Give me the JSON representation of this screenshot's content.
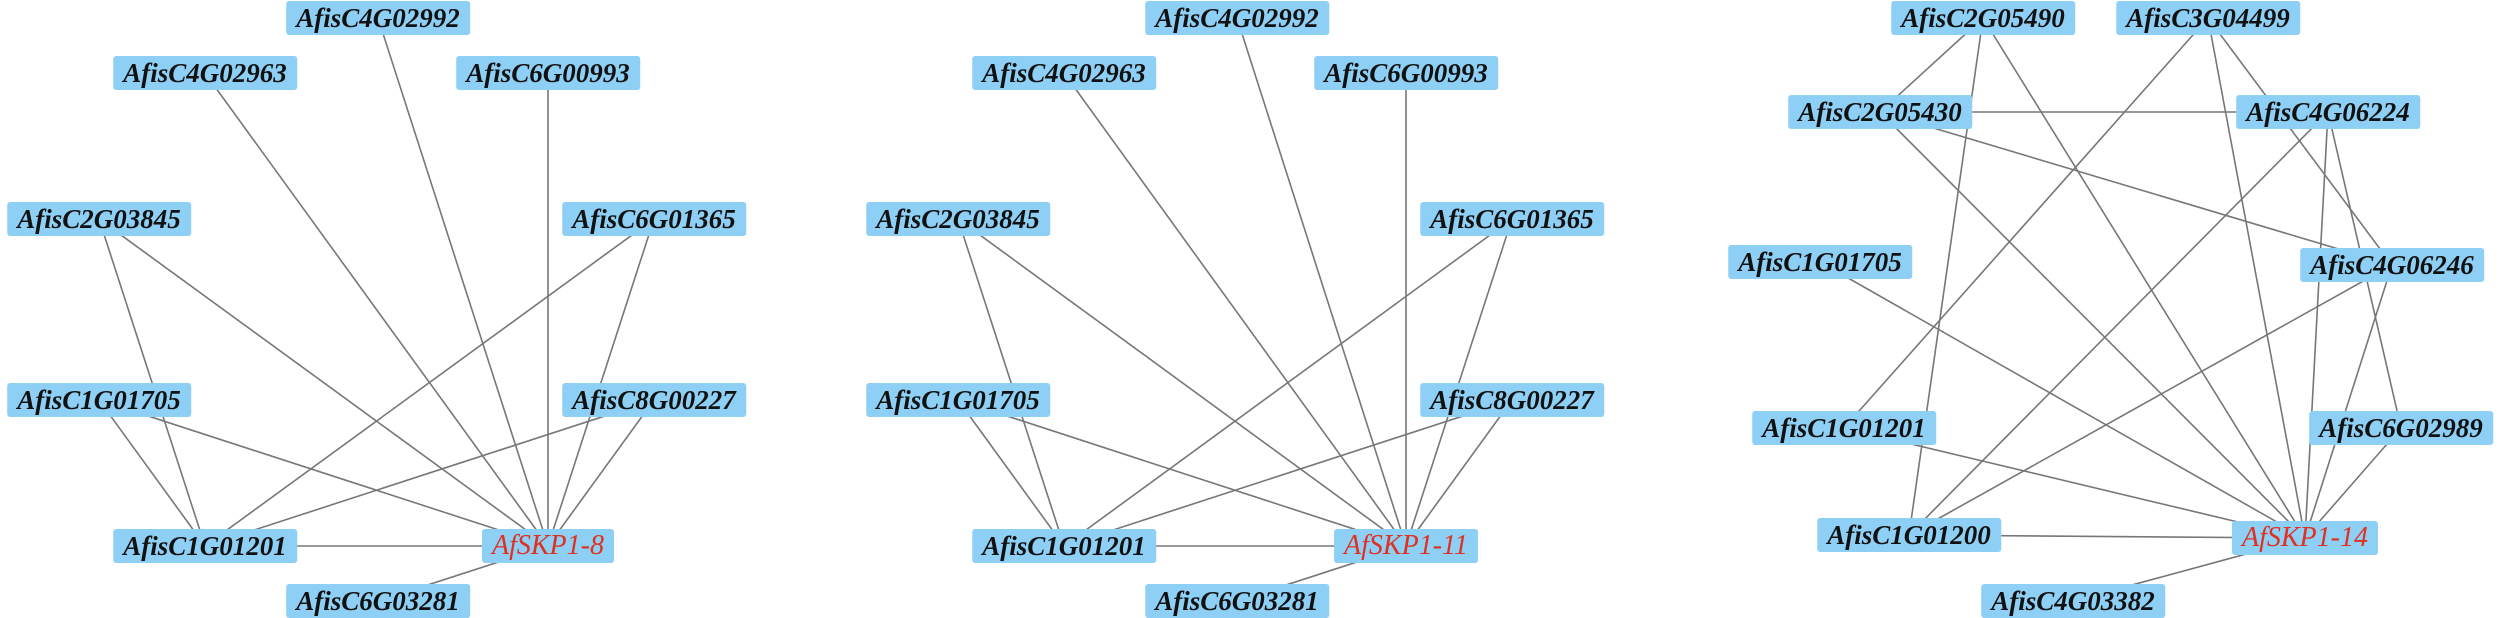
{
  "colors": {
    "node_fill": "#8ecff5",
    "edge": "#777777",
    "gene_text": "#111111",
    "hub_text": "#e0301e"
  },
  "networks": [
    {
      "nodes": [
        {
          "id": "C4G02992",
          "label": "AfisC4G02992"
        },
        {
          "id": "C4G02963",
          "label": "AfisC4G02963"
        },
        {
          "id": "C6G00993",
          "label": "AfisC6G00993"
        },
        {
          "id": "C2G03845",
          "label": "AfisC2G03845"
        },
        {
          "id": "C6G01365",
          "label": "AfisC6G01365"
        },
        {
          "id": "C1G01705",
          "label": "AfisC1G01705"
        },
        {
          "id": "C8G00227",
          "label": "AfisC8G00227"
        },
        {
          "id": "C1G01201",
          "label": "AfisC1G01201"
        },
        {
          "id": "HUB",
          "label": "AfSKP1-8",
          "hub": true
        },
        {
          "id": "C6G03281",
          "label": "AfisC6G03281"
        }
      ],
      "edges": [
        [
          "HUB",
          "C4G02992"
        ],
        [
          "HUB",
          "C4G02963"
        ],
        [
          "HUB",
          "C6G00993"
        ],
        [
          "HUB",
          "C2G03845"
        ],
        [
          "HUB",
          "C6G01365"
        ],
        [
          "HUB",
          "C1G01705"
        ],
        [
          "HUB",
          "C8G00227"
        ],
        [
          "HUB",
          "C1G01201"
        ],
        [
          "HUB",
          "C6G03281"
        ],
        [
          "C1G01201",
          "C2G03845"
        ],
        [
          "C1G01201",
          "C1G01705"
        ],
        [
          "C1G01201",
          "C6G01365"
        ],
        [
          "C1G01201",
          "C8G00227"
        ]
      ]
    },
    {
      "nodes": [
        {
          "id": "C4G02992",
          "label": "AfisC4G02992"
        },
        {
          "id": "C4G02963",
          "label": "AfisC4G02963"
        },
        {
          "id": "C6G00993",
          "label": "AfisC6G00993"
        },
        {
          "id": "C2G03845",
          "label": "AfisC2G03845"
        },
        {
          "id": "C6G01365",
          "label": "AfisC6G01365"
        },
        {
          "id": "C1G01705",
          "label": "AfisC1G01705"
        },
        {
          "id": "C8G00227",
          "label": "AfisC8G00227"
        },
        {
          "id": "C1G01201",
          "label": "AfisC1G01201"
        },
        {
          "id": "HUB",
          "label": "AfSKP1-11",
          "hub": true
        },
        {
          "id": "C6G03281",
          "label": "AfisC6G03281"
        }
      ],
      "edges": [
        [
          "HUB",
          "C4G02992"
        ],
        [
          "HUB",
          "C4G02963"
        ],
        [
          "HUB",
          "C6G00993"
        ],
        [
          "HUB",
          "C2G03845"
        ],
        [
          "HUB",
          "C6G01365"
        ],
        [
          "HUB",
          "C1G01705"
        ],
        [
          "HUB",
          "C8G00227"
        ],
        [
          "HUB",
          "C1G01201"
        ],
        [
          "HUB",
          "C6G03281"
        ],
        [
          "C1G01201",
          "C2G03845"
        ],
        [
          "C1G01201",
          "C1G01705"
        ],
        [
          "C1G01201",
          "C6G01365"
        ],
        [
          "C1G01201",
          "C8G00227"
        ]
      ]
    },
    {
      "nodes": [
        {
          "id": "C2G05490",
          "label": "AfisC2G05490"
        },
        {
          "id": "C3G04499",
          "label": "AfisC3G04499"
        },
        {
          "id": "C2G05430",
          "label": "AfisC2G05430"
        },
        {
          "id": "C4G06224",
          "label": "AfisC4G06224"
        },
        {
          "id": "C1G01705",
          "label": "AfisC1G01705"
        },
        {
          "id": "C4G06246",
          "label": "AfisC4G06246"
        },
        {
          "id": "C1G01201",
          "label": "AfisC1G01201"
        },
        {
          "id": "C6G02989",
          "label": "AfisC6G02989"
        },
        {
          "id": "C1G01200",
          "label": "AfisC1G01200"
        },
        {
          "id": "HUB",
          "label": "AfSKP1-14",
          "hub": true
        },
        {
          "id": "C4G03382",
          "label": "AfisC4G03382"
        }
      ],
      "edges": [
        [
          "C2G05490",
          "C2G05430"
        ],
        [
          "C2G05490",
          "HUB"
        ],
        [
          "C2G05490",
          "C1G01200"
        ],
        [
          "C3G04499",
          "C1G01201"
        ],
        [
          "C3G04499",
          "C4G06246"
        ],
        [
          "C3G04499",
          "HUB"
        ],
        [
          "C2G05430",
          "C4G06224"
        ],
        [
          "C2G05430",
          "C4G06246"
        ],
        [
          "C2G05430",
          "HUB"
        ],
        [
          "C4G06224",
          "C1G01200"
        ],
        [
          "C4G06224",
          "HUB"
        ],
        [
          "C4G06224",
          "C6G02989"
        ],
        [
          "C1G01705",
          "HUB"
        ],
        [
          "C4G06246",
          "C1G01200"
        ],
        [
          "C4G06246",
          "HUB"
        ],
        [
          "C1G01201",
          "HUB"
        ],
        [
          "C6G02989",
          "HUB"
        ],
        [
          "C1G01200",
          "HUB"
        ],
        [
          "C4G03382",
          "HUB"
        ]
      ]
    }
  ]
}
